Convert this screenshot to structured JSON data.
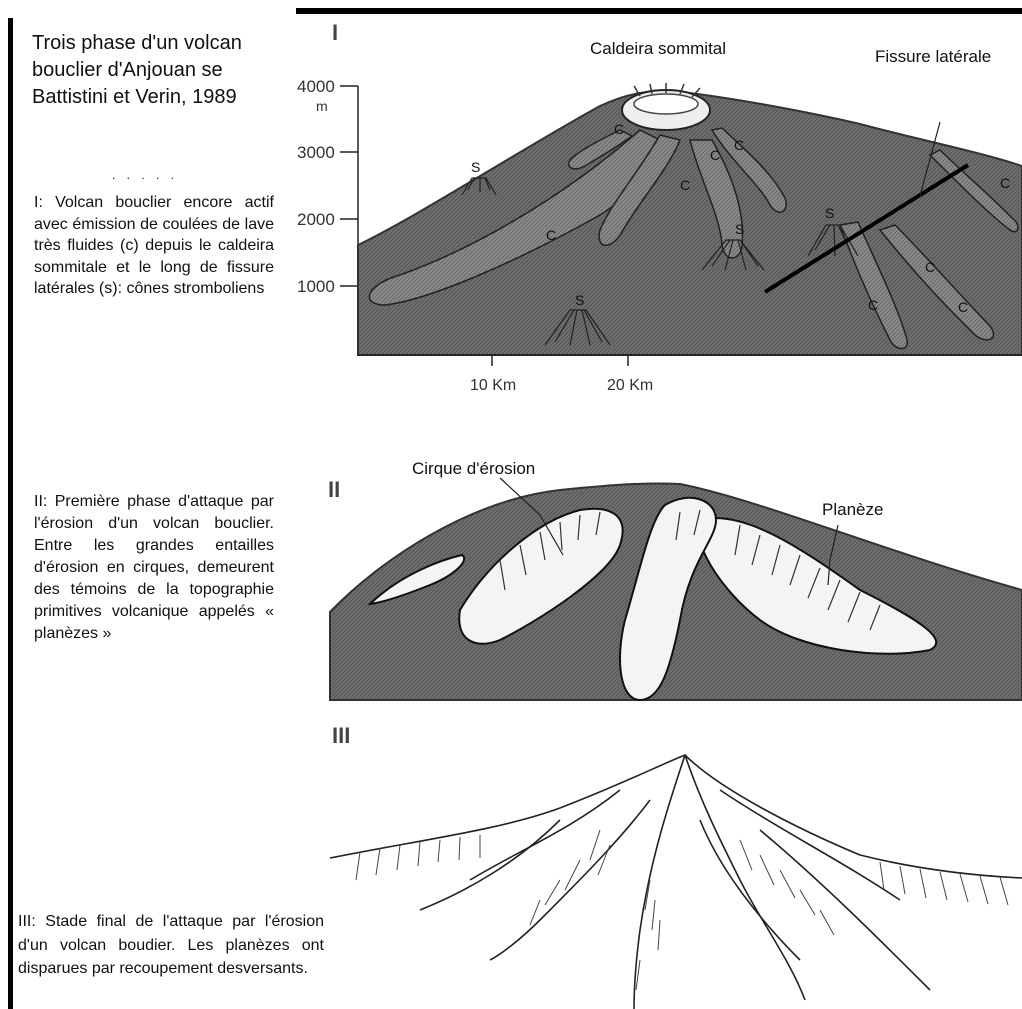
{
  "title": "Trois phase d'un volcan bouclier d'Anjouan se Battistini et Verin, 1989",
  "dots": ". . . . .",
  "descriptions": {
    "phase_1": "I: Volcan bouclier encore actif avec émission de coulées de lave très fluides (c) depuis le caldeira sommitale et le long de fissure latérales (s): cônes stromboliens",
    "phase_2": "II: Première phase d'attaque par l'érosion d'un volcan bouclier. Entre les grandes entailles d'érosion en cirques, demeurent des témoins de la topographie primitives volcanique appelés « planèzes »",
    "phase_3": "III: Stade final de l'attaque par l'érosion d'un volcan boudier. Les planèzes ont disparues par recoupement desversants."
  },
  "diagram": {
    "panel_labels": [
      "I",
      "II",
      "III"
    ],
    "panel_1": {
      "caldera_label": "Caldeira sommital",
      "fissure_label": "Fissure latérale",
      "elevation_ticks": [
        "4000",
        "3000",
        "2000",
        "1000"
      ],
      "elevation_unit": "m",
      "distance_ticks": [
        "10 Km",
        "20 Km"
      ],
      "cone_marker": "S",
      "flow_marker": "C"
    },
    "panel_2": {
      "cirque_label": "Cirque d'érosion",
      "planeze_label": "Planèze"
    }
  }
}
